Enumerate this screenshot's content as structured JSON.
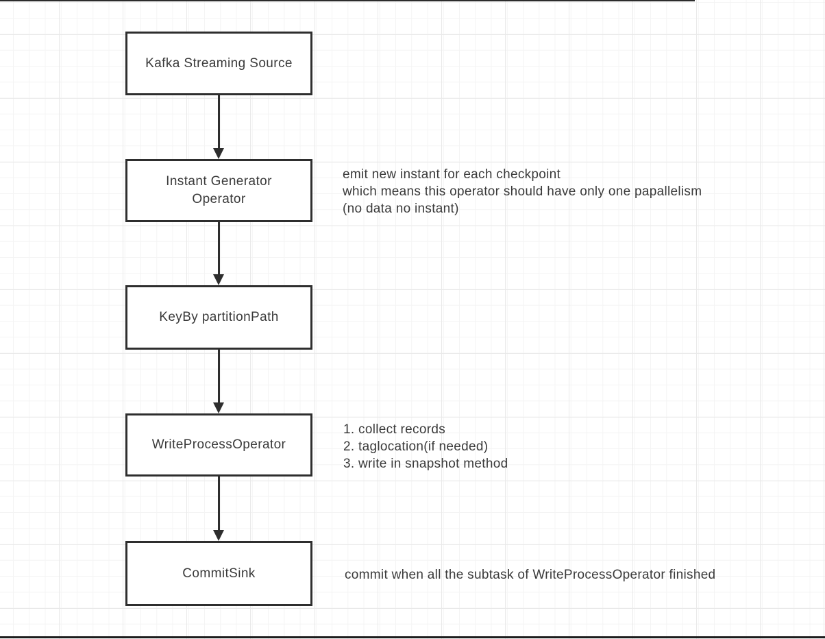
{
  "canvas": {
    "background": "#ffffff",
    "grid_minor_color": "#f4f4f4",
    "grid_major_color": "#e9e9e9",
    "edge_line_color": "#2c2c2c",
    "node_border_color": "#2e2e2e",
    "text_color": "#3a3a3a",
    "arrow_color": "#2e2e2e"
  },
  "flowchart": {
    "nodes": [
      {
        "id": "kafka-streaming-source",
        "label": "Kafka Streaming Source"
      },
      {
        "id": "instant-generator-operator",
        "label": "Instant Generator\nOperator"
      },
      {
        "id": "keyby-partitionpath",
        "label": "KeyBy partitionPath"
      },
      {
        "id": "write-process-operator",
        "label": "WriteProcessOperator"
      },
      {
        "id": "commit-sink",
        "label": "CommitSink"
      }
    ],
    "connectors": [
      {
        "from": "kafka-streaming-source",
        "to": "instant-generator-operator",
        "direction": "down"
      },
      {
        "from": "instant-generator-operator",
        "to": "keyby-partitionpath",
        "direction": "down"
      },
      {
        "from": "keyby-partitionpath",
        "to": "write-process-operator",
        "direction": "down"
      },
      {
        "from": "write-process-operator",
        "to": "commit-sink",
        "direction": "down"
      }
    ],
    "annotations": [
      {
        "for": "instant-generator-operator",
        "lines": [
          "emit new instant for each checkpoint",
          "which means this operator should have only one papallelism",
          "(no data no instant)"
        ]
      },
      {
        "for": "write-process-operator",
        "lines": [
          "1. collect records",
          "2. taglocation(if needed)",
          "3. write in snapshot method"
        ]
      },
      {
        "for": "commit-sink",
        "lines": [
          "commit when all the subtask of WriteProcessOperator finished"
        ]
      }
    ]
  }
}
